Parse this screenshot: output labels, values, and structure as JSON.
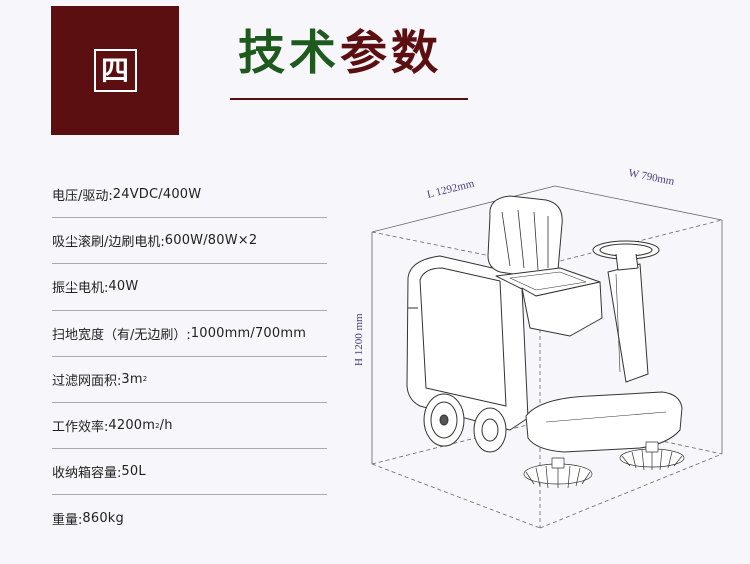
{
  "badge": {
    "text": "四"
  },
  "title": {
    "part1": "技术",
    "part2": "参数"
  },
  "specs": [
    {
      "key": "电压/驱动: ",
      "value": "24VDC/400W"
    },
    {
      "key": "吸尘滚刷/边刷电机: ",
      "value": "600W/80W×2"
    },
    {
      "key": "振尘电机: ",
      "value": "40W"
    },
    {
      "key": "扫地宽度（有/无边刷）: ",
      "value": "1000mm/700mm"
    },
    {
      "key": "过滤网面积: ",
      "value": "3m",
      "sup": "2"
    },
    {
      "key": "工作效率: ",
      "value": "4200m",
      "sup": "2",
      "value_tail": "/h"
    },
    {
      "key": "收纳箱容量: ",
      "value": "50L"
    },
    {
      "key": "重量: ",
      "value": "860kg"
    }
  ],
  "dimensions": {
    "length": "L 1292mm",
    "width": "W 790mm",
    "height": "H 1200 mm"
  },
  "colors": {
    "badge": "#5c0f10",
    "title_green": "#1e5a1e",
    "title_red": "#5c0f10",
    "dimension": "#4b3c7e"
  }
}
